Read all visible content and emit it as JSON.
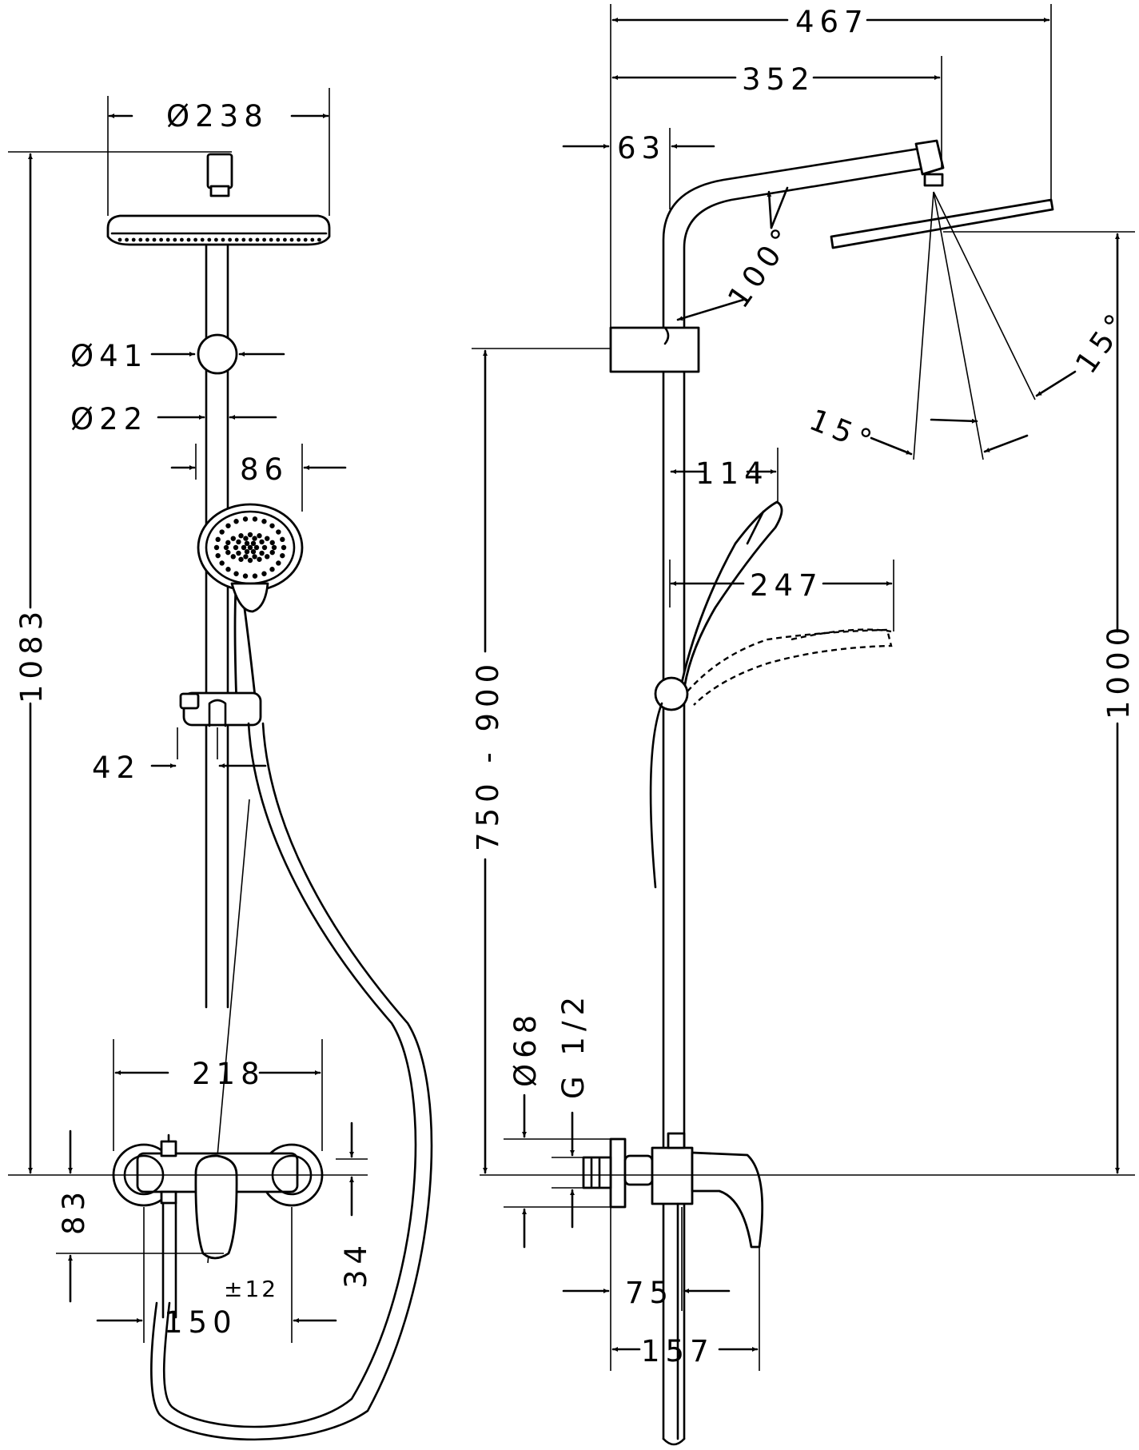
{
  "front_view": {
    "dimensions": {
      "head_diameter": "Ø238",
      "total_height": "1083",
      "pipe_diameter_upper": "Ø41",
      "pipe_diameter": "Ø22",
      "handshower_diameter": "86",
      "holder_offset": "42",
      "mixer_width": "218",
      "mixer_height": "83",
      "mixer_offset": "34",
      "connection_distance": "150",
      "connection_tolerance": "±12"
    }
  },
  "side_view": {
    "dimensions": {
      "total_depth": "467",
      "arm_reach": "352",
      "pipe_offset": "63",
      "arm_angle": "100°",
      "spray_angle_right": "15°",
      "spray_angle_left": "15°",
      "handshower_depth": "114",
      "handshower_reach": "247",
      "holder_height_range": "750 - 900",
      "head_height": "1000",
      "flange_diameter": "Ø68",
      "thread": "G 1/2",
      "mixer_depth": "75",
      "mixer_total_depth": "157"
    }
  }
}
